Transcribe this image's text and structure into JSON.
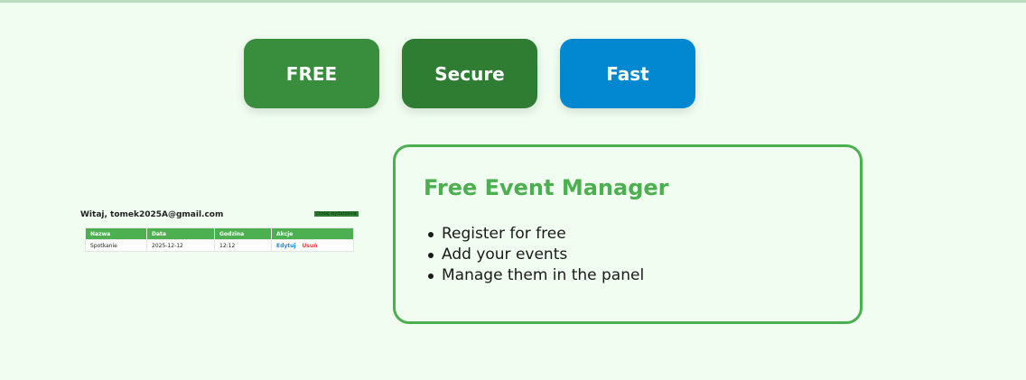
{
  "features": {
    "free_label": "FREE",
    "secure_label": "Secure",
    "fast_label": "Fast"
  },
  "preview": {
    "welcome": "Witaj, tomek2025A@gmail.com",
    "add_button_label": "Dodaj wydarzenie",
    "table": {
      "headers": [
        "Nazwa",
        "Data",
        "Godzina",
        "Akcje"
      ],
      "rows": [
        {
          "name": "Spotkanie",
          "date": "2025-12-12",
          "time": "12:12",
          "edit_label": "Edytuj",
          "delete_label": "Usuń"
        }
      ]
    }
  },
  "info": {
    "title": "Free Event Manager",
    "items": [
      "Register for free",
      "Add your events",
      "Manage them in the panel"
    ]
  },
  "colors": {
    "page_bg": "#f0fdf0",
    "accent_green": "#4caf50",
    "free_btn": "#388e3c",
    "secure_btn": "#2e7d32",
    "fast_btn": "#0288d1"
  }
}
